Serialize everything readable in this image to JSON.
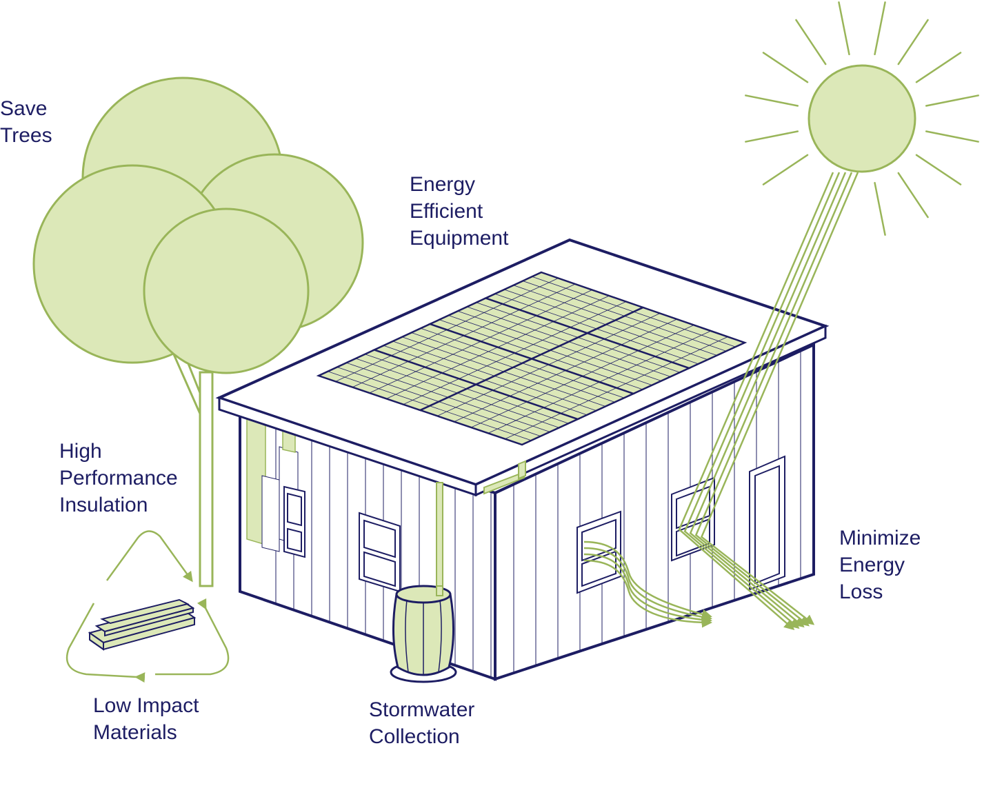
{
  "labels": {
    "save_trees": [
      "Save",
      "Trees"
    ],
    "energy_efficient": [
      "Energy",
      "Efficient",
      "Equipment"
    ],
    "high_performance": [
      "High",
      "Performance",
      "Insulation"
    ],
    "minimize_energy": [
      "Minimize",
      "Energy",
      "Loss"
    ],
    "low_impact": [
      "Low Impact",
      "Materials"
    ],
    "stormwater": [
      "Stormwater",
      "Collection"
    ]
  },
  "colors": {
    "navy": "#1d1d63",
    "green_stroke": "#99b559",
    "green_fill": "#dce8b8",
    "white": "#ffffff"
  },
  "icons": {
    "sun": "sun-icon",
    "tree": "tree-icon",
    "house": "house-icon",
    "solar_panel": "solar-panel-icon",
    "rain_barrel": "rain-barrel-icon",
    "recycle": "recycle-icon",
    "lumber": "lumber-stack-icon"
  }
}
